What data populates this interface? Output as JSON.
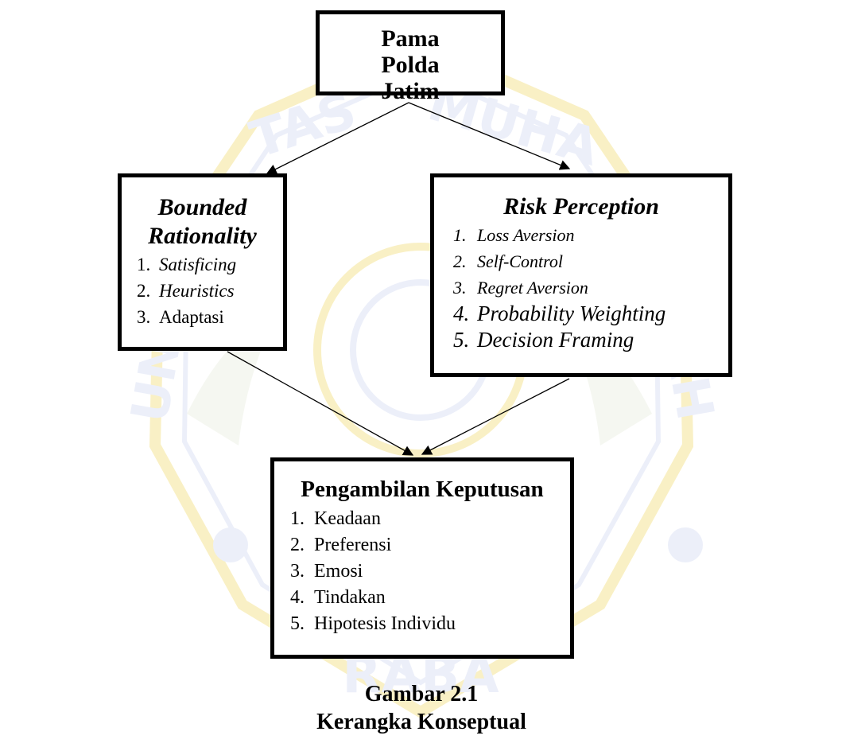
{
  "diagram": {
    "nodes": {
      "top": {
        "title": "Pama Polda Jatim"
      },
      "left": {
        "title": "Bounded Rationality",
        "items": [
          {
            "num": "1.",
            "text": "Satisficing"
          },
          {
            "num": "2.",
            "text": "Heuristics"
          },
          {
            "num": "3.",
            "text": "Adaptasi"
          }
        ]
      },
      "right": {
        "title": "Risk Perception",
        "items": [
          {
            "num": "1.",
            "text": "Loss Aversion"
          },
          {
            "num": "2.",
            "text": "Self-Control"
          },
          {
            "num": "3.",
            "text": "Regret Aversion"
          },
          {
            "num": "4.",
            "text": "Probability Weighting"
          },
          {
            "num": "5.",
            "text": "Decision Framing"
          }
        ]
      },
      "bottom": {
        "title": "Pengambilan Keputusan",
        "items": [
          {
            "num": "1.",
            "text": "Keadaan"
          },
          {
            "num": "2.",
            "text": "Preferensi"
          },
          {
            "num": "3.",
            "text": "Emosi"
          },
          {
            "num": "4.",
            "text": "Tindakan"
          },
          {
            "num": "5.",
            "text": "Hipotesis Individu"
          }
        ]
      }
    },
    "edges": [
      {
        "from": "top",
        "to": "left"
      },
      {
        "from": "top",
        "to": "right"
      },
      {
        "from": "left",
        "to": "bottom"
      },
      {
        "from": "right",
        "to": "bottom"
      }
    ]
  },
  "caption": {
    "number": "Gambar 2.1",
    "title": "Kerangka Konseptual"
  },
  "watermark": {
    "text_top": "UNIVERSITAS MUHAMMADIYAH",
    "text_bottom": "SURABAYA",
    "color": "#f3e26a",
    "accent": "#d6dcf2"
  }
}
